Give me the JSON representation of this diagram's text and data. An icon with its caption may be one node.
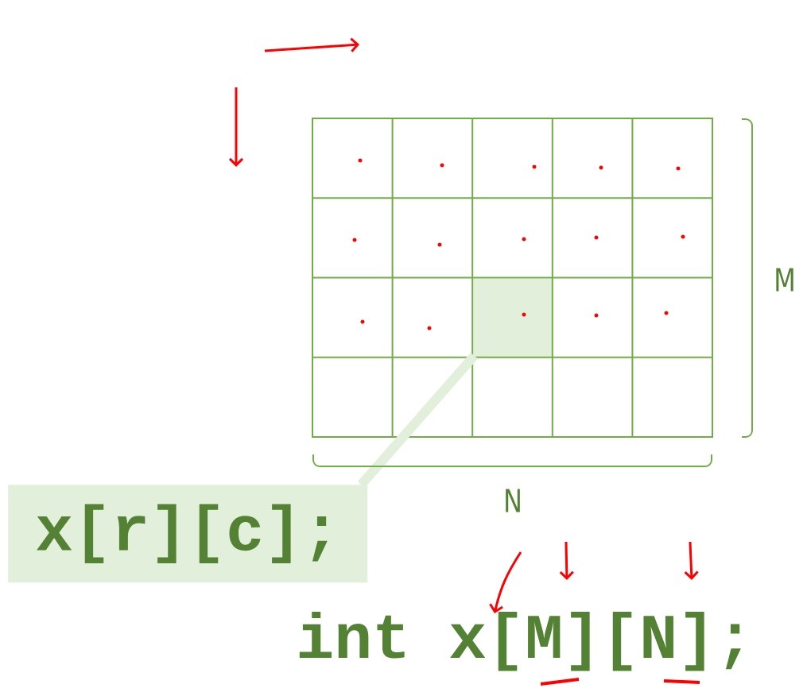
{
  "diagram": {
    "nodes": [
      {
        "text": [],
        "shape": "box"
      },
      {
        "text": [
          "x[r][c];"
        ]
      }
    ],
    "edges": [
      {
        "from": 0,
        "to": 1,
        "arrow": "none",
        "color": "#e2efda"
      }
    ],
    "labels": [
      "M",
      "N",
      "int x[M][N];"
    ]
  }
}
